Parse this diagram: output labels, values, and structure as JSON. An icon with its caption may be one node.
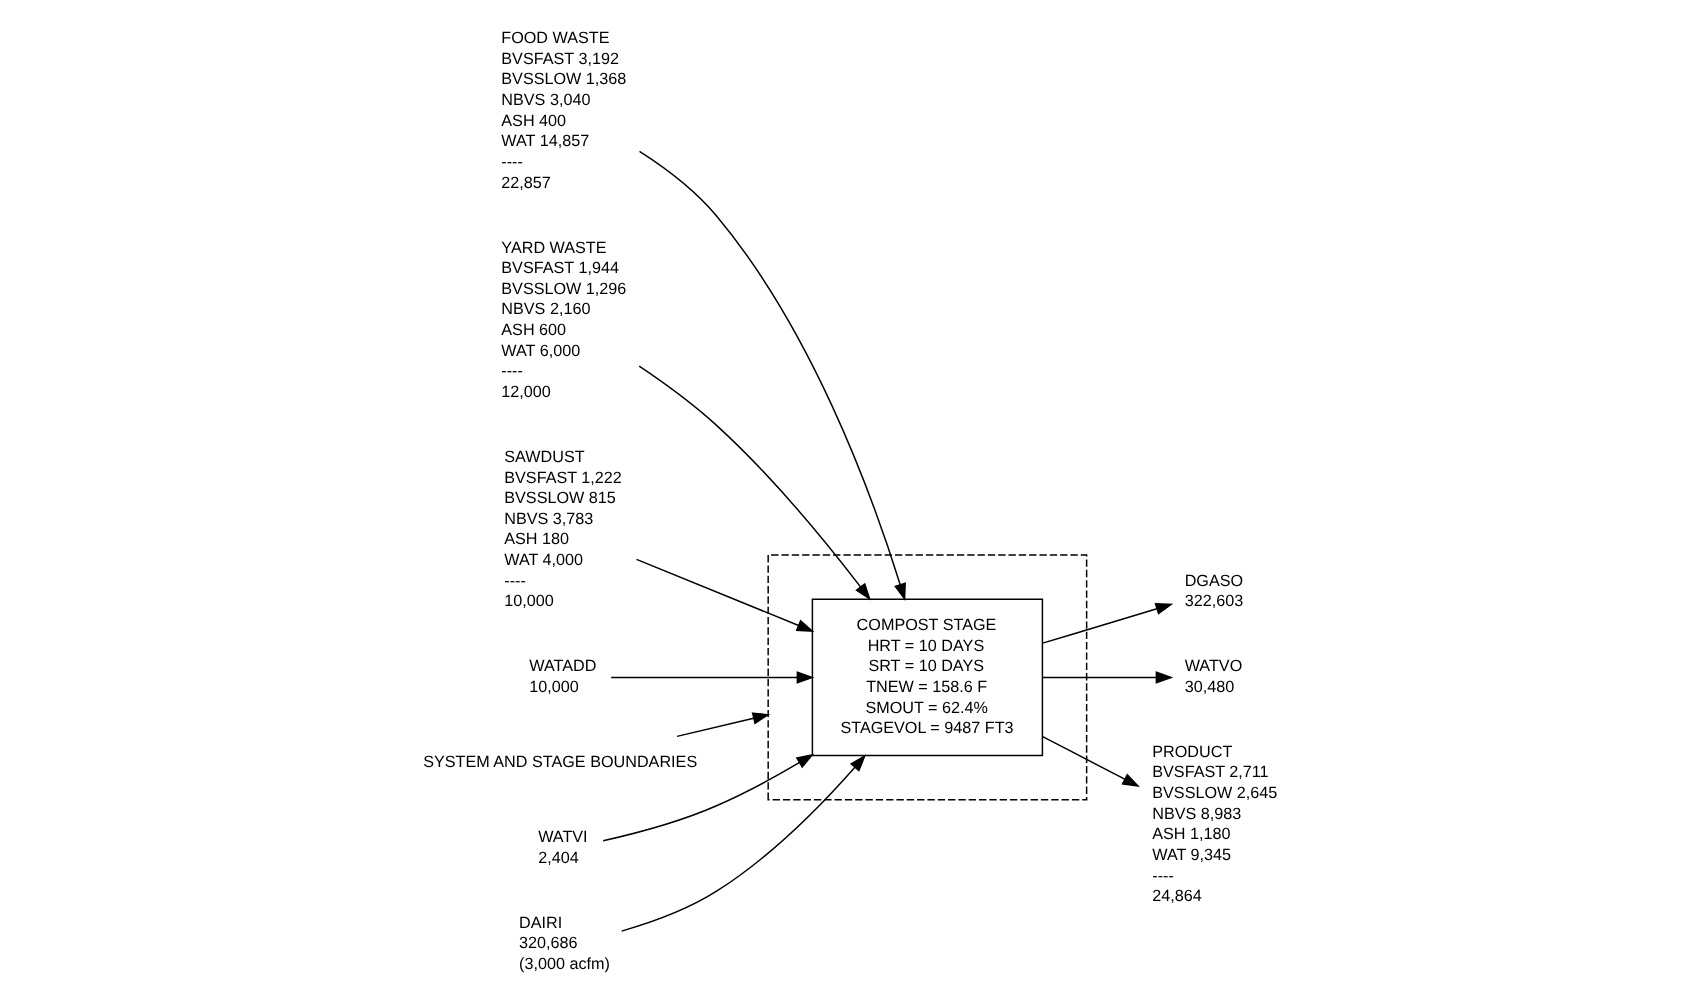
{
  "diagram": {
    "nodes": [
      {
        "text": [
          "FOOD WASTE",
          "BVSFAST 3,192",
          "BVSSLOW 1,368",
          "NBVS 3,040",
          "ASH 400",
          "WAT 14,857",
          "----",
          "22,857"
        ]
      },
      {
        "text": [
          "YARD WASTE",
          "BVSFAST 1,944",
          "BVSSLOW 1,296",
          "NBVS 2,160",
          "ASH 600",
          "WAT 6,000",
          "----",
          "12,000"
        ]
      },
      {
        "text": [
          "SAWDUST",
          "BVSFAST 1,222",
          "BVSSLOW 815",
          "NBVS 3,783",
          "ASH 180",
          "WAT 4,000",
          "----",
          "10,000"
        ]
      },
      {
        "text": [
          "WATADD",
          "10,000"
        ]
      },
      {
        "text": [],
        "shape": "box"
      },
      {
        "text": [
          "COMPOST STAGE",
          "HRT = 10 DAYS",
          "SRT = 10 DAYS",
          "TNEW = 158.6 F",
          "SMOUT = 62.4%",
          "STAGEVOL = 9487 FT3"
        ],
        "in": 4
      },
      {
        "text": [
          "DGASO",
          "322,603"
        ]
      },
      {
        "text": [
          "WATVO",
          "30,480"
        ]
      },
      {
        "text": [
          "SYSTEM AND STAGE BOUNDARIES"
        ]
      },
      {
        "text": [
          "PRODUCT",
          "BVSFAST 2,711",
          "BVSSLOW 2,645",
          "NBVS 8,983",
          "ASH 1,180",
          "WAT 9,345",
          "----",
          "24,864"
        ]
      },
      {
        "text": [
          "WATVI",
          "2,404"
        ]
      },
      {
        "text": [
          "DAIRI",
          "320,686",
          "(3,000 acfm)"
        ]
      }
    ],
    "edges": [
      {
        "from": 0,
        "to": 5,
        "arrow": "to"
      },
      {
        "from": 1,
        "to": 5,
        "arrow": "to"
      },
      {
        "from": 2,
        "to": 5,
        "arrow": "to"
      },
      {
        "from": 3,
        "to": 5,
        "arrow": "to"
      },
      {
        "from": 11,
        "to": 5,
        "arrow": "to"
      },
      {
        "from": 10,
        "to": 5,
        "arrow": "to"
      },
      {
        "from": 5,
        "to": 6,
        "arrow": "to"
      },
      {
        "from": 5,
        "to": 7,
        "arrow": "to"
      },
      {
        "from": 5,
        "to": 9,
        "arrow": "to"
      },
      {
        "from": 8,
        "to": 4,
        "arrow": "to"
      }
    ]
  }
}
